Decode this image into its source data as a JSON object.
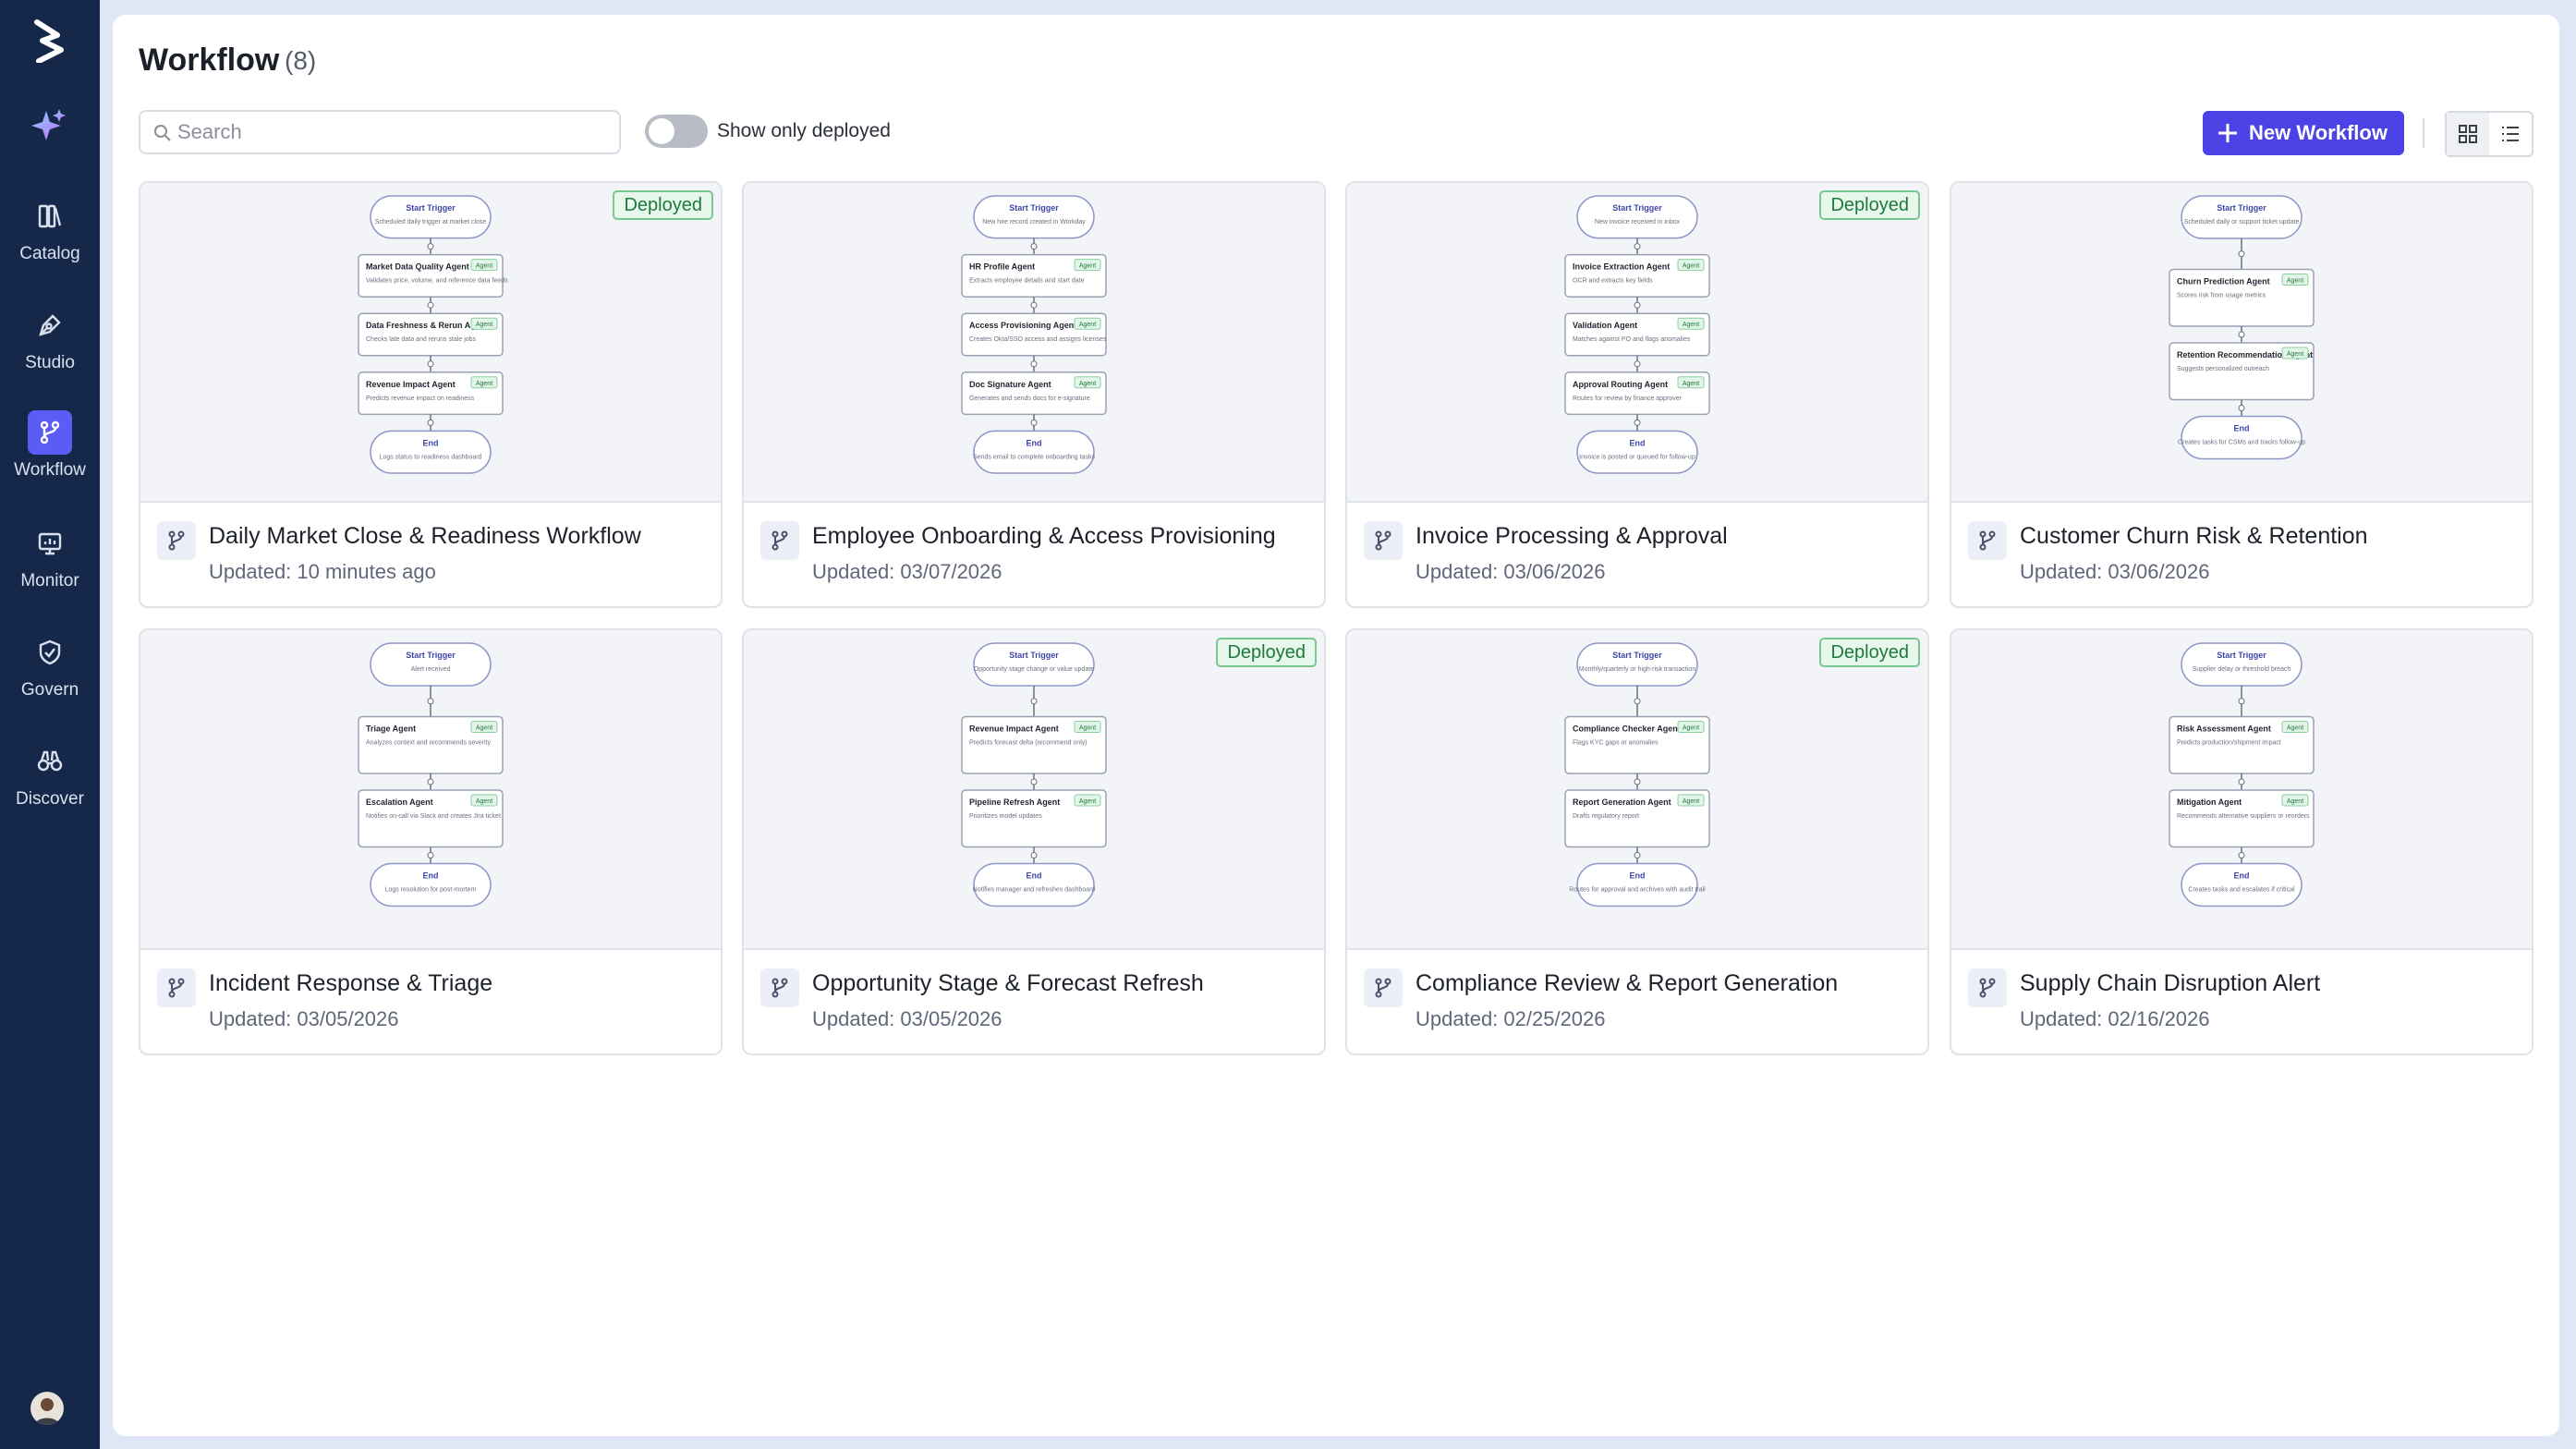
{
  "app": {
    "brand_color": "#16284a",
    "accent": "#4b43e6"
  },
  "sidebar": {
    "items": [
      {
        "label": "Catalog",
        "icon": "book-icon"
      },
      {
        "label": "Studio",
        "icon": "pen-icon"
      },
      {
        "label": "Workflow",
        "icon": "branch-icon",
        "active": true
      },
      {
        "label": "Monitor",
        "icon": "monitor-chart-icon"
      },
      {
        "label": "Govern",
        "icon": "shield-check-icon"
      },
      {
        "label": "Discover",
        "icon": "binoculars-icon"
      }
    ]
  },
  "header": {
    "title": "Workflow",
    "count": "(8)"
  },
  "toolbar": {
    "search_placeholder": "Search",
    "toggle_label": "Show only deployed",
    "new_button": "New Workflow"
  },
  "status_colors": {
    "deployed_bg": "#e7f7eb",
    "deployed_border": "#79c892",
    "deployed_text": "#1d7a3a"
  },
  "cards": [
    {
      "title": "Daily Market Close & Readiness Workflow",
      "updated": "Updated: 10 minutes ago",
      "badge": "Deployed"
    },
    {
      "title": "Employee Onboarding & Access Provisioning",
      "updated": "Updated: 03/07/2026",
      "badge": ""
    },
    {
      "title": "Invoice Processing & Approval",
      "updated": "Updated: 03/06/2026",
      "badge": "Deployed"
    },
    {
      "title": "Customer Churn Risk & Retention",
      "updated": "Updated: 03/06/2026",
      "badge": ""
    },
    {
      "title": "Incident Response & Triage",
      "updated": "Updated: 03/05/2026",
      "badge": ""
    },
    {
      "title": "Opportunity Stage & Forecast Refresh",
      "updated": "Updated: 03/05/2026",
      "badge": "Deployed"
    },
    {
      "title": "Compliance Review & Report Generation",
      "updated": "Updated: 02/25/2026",
      "badge": "Deployed"
    },
    {
      "title": "Supply Chain Disruption Alert",
      "updated": "Updated: 02/16/2026",
      "badge": ""
    }
  ],
  "previews": [
    {
      "nodes": [
        {
          "kind": "start",
          "label": "Start Trigger",
          "desc": "Scheduled daily trigger at market close"
        },
        {
          "kind": "agent",
          "label": "Market Data Quality Agent",
          "desc": "Validates price, volume, and reference data feeds"
        },
        {
          "kind": "agent",
          "label": "Data Freshness & Rerun Agent",
          "desc": "Checks late data and reruns stale jobs"
        },
        {
          "kind": "agent",
          "label": "Revenue Impact Agent",
          "desc": "Predicts revenue impact on readiness"
        },
        {
          "kind": "end",
          "label": "End",
          "desc": "Logs status to readiness dashboard"
        }
      ]
    },
    {
      "nodes": [
        {
          "kind": "start",
          "label": "Start Trigger",
          "desc": "New hire record created in Workday"
        },
        {
          "kind": "agent",
          "label": "HR Profile Agent",
          "desc": "Extracts employee details and start date"
        },
        {
          "kind": "agent",
          "label": "Access Provisioning Agent",
          "desc": "Creates Okta/SSO access and assigns licenses"
        },
        {
          "kind": "agent",
          "label": "Doc Signature Agent",
          "desc": "Generates and sends docs for e-signature"
        },
        {
          "kind": "end",
          "label": "End",
          "desc": "Sends email to complete onboarding tasks"
        }
      ]
    },
    {
      "nodes": [
        {
          "kind": "start",
          "label": "Start Trigger",
          "desc": "New invoice received in inbox"
        },
        {
          "kind": "agent",
          "label": "Invoice Extraction Agent",
          "desc": "OCR and extracts key fields"
        },
        {
          "kind": "agent",
          "label": "Validation Agent",
          "desc": "Matches against PO and flags anomalies"
        },
        {
          "kind": "agent",
          "label": "Approval Routing Agent",
          "desc": "Routes for review by finance approver"
        },
        {
          "kind": "end",
          "label": "End",
          "desc": "Invoice is posted or queued for follow-up"
        }
      ]
    },
    {
      "nodes": [
        {
          "kind": "start",
          "label": "Start Trigger",
          "desc": "Scheduled daily or support ticket update"
        },
        {
          "kind": "agent",
          "label": "Churn Prediction Agent",
          "desc": "Scores risk from usage metrics"
        },
        {
          "kind": "agent",
          "label": "Retention Recommendation Agent",
          "desc": "Suggests personalized outreach"
        },
        {
          "kind": "end",
          "label": "End",
          "desc": "Creates tasks for CSMs and tracks follow-up"
        }
      ]
    },
    {
      "nodes": [
        {
          "kind": "start",
          "label": "Start Trigger",
          "desc": "Alert received"
        },
        {
          "kind": "agent",
          "label": "Triage Agent",
          "desc": "Analyzes context and recommends severity"
        },
        {
          "kind": "agent",
          "label": "Escalation Agent",
          "desc": "Notifies on-call via Slack and creates Jira ticket"
        },
        {
          "kind": "end",
          "label": "End",
          "desc": "Logs resolution for post-mortem"
        }
      ]
    },
    {
      "nodes": [
        {
          "kind": "start",
          "label": "Start Trigger",
          "desc": "Opportunity stage change or value update"
        },
        {
          "kind": "agent",
          "label": "Revenue Impact Agent",
          "desc": "Predicts forecast delta (recommend only)"
        },
        {
          "kind": "agent",
          "label": "Pipeline Refresh Agent",
          "desc": "Prioritizes model updates"
        },
        {
          "kind": "end",
          "label": "End",
          "desc": "Notifies manager and refreshes dashboard"
        }
      ]
    },
    {
      "nodes": [
        {
          "kind": "start",
          "label": "Start Trigger",
          "desc": "Monthly/quarterly or high-risk transaction"
        },
        {
          "kind": "agent",
          "label": "Compliance Checker Agent",
          "desc": "Flags KYC gaps or anomalies"
        },
        {
          "kind": "agent",
          "label": "Report Generation Agent",
          "desc": "Drafts regulatory report"
        },
        {
          "kind": "end",
          "label": "End",
          "desc": "Routes for approval and archives with audit trail"
        }
      ]
    },
    {
      "nodes": [
        {
          "kind": "start",
          "label": "Start Trigger",
          "desc": "Supplier delay or threshold breach"
        },
        {
          "kind": "agent",
          "label": "Risk Assessment Agent",
          "desc": "Predicts production/shipment impact"
        },
        {
          "kind": "agent",
          "label": "Mitigation Agent",
          "desc": "Recommends alternative suppliers or reorders"
        },
        {
          "kind": "end",
          "label": "End",
          "desc": "Creates tasks and escalates if critical"
        }
      ]
    }
  ],
  "agent_tag": "Agent",
  "view_toggle": {
    "selected": "grid"
  }
}
